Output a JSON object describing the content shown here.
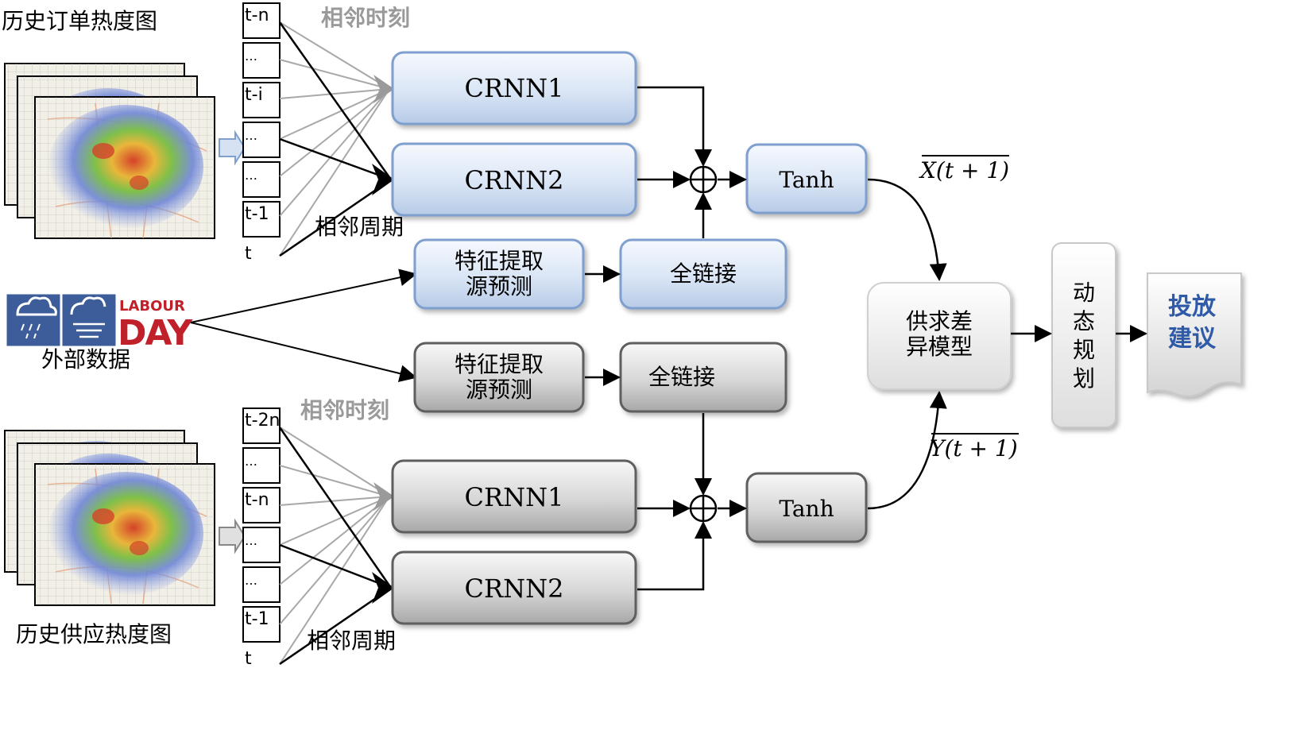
{
  "labels": {
    "order_heatmap": "历史订单热度图",
    "supply_heatmap": "历史供应热度图",
    "external_data": "外部数据",
    "adjacent_time_top": "相邻时刻",
    "adjacent_period_top": "相邻周期",
    "adjacent_time_bottom": "相邻时刻",
    "adjacent_period_bottom": "相邻周期",
    "labour_day_line1": "LABOUR",
    "labour_day_line2": "DAY"
  },
  "sequence_top": [
    "t-n",
    "…",
    "t-i",
    "…",
    "…",
    "t-1",
    "t"
  ],
  "sequence_bottom": [
    "t-2n",
    "…",
    "t-n",
    "…",
    "…",
    "t-1",
    "t"
  ],
  "blocks": {
    "crnn1_top": "CRNN1",
    "crnn2_top": "CRNN2",
    "tanh_top": "Tanh",
    "feature_top_line1": "特征提取",
    "feature_top_line2": "源预测",
    "fc_top": "全链接",
    "feature_bottom_line1": "特征提取",
    "feature_bottom_line2": "源预测",
    "fc_bottom": "全链接",
    "crnn1_bottom": "CRNN1",
    "crnn2_bottom": "CRNN2",
    "tanh_bottom": "Tanh",
    "supply_demand_line1": "供求差",
    "supply_demand_line2": "异模型",
    "dynamic_programming": [
      "动",
      "态",
      "规",
      "划"
    ],
    "recommendation_line1": "投放",
    "recommendation_line2": "建议"
  },
  "outputs": {
    "x_hat": "X(t + 1)",
    "y_hat": "Y(t + 1)"
  },
  "colors": {
    "blue_box_top": "#f4f8fd",
    "blue_box_bottom": "#b9cde8",
    "blue_border": "#7f9fcf",
    "gray_box_top": "#f7f7f7",
    "gray_box_bottom": "#a9a9a9",
    "gray_border": "#5f5f5f",
    "recommendation_text": "#2f5aa8"
  }
}
